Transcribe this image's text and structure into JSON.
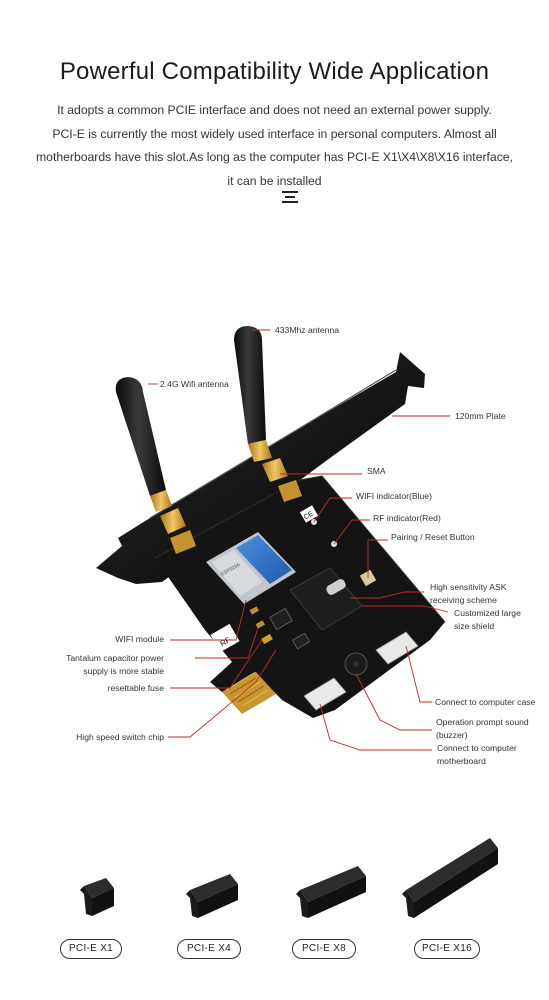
{
  "header": {
    "title": "Powerful Compatibility Wide Application",
    "description": [
      "It adopts a common PCIE interface and does not need an external power supply.",
      "PCI-E is currently the most widely used interface in personal computers. Almost all",
      "motherboards have this slot.As long as the computer has PCI-E X1\\X4\\X8\\X16 interface,",
      "it can be installed"
    ]
  },
  "callouts": {
    "antenna_433": "433Mhz antenna",
    "antenna_24g": "2.4G Wifi antenna",
    "plate": "120mm Plate",
    "sma": "SMA",
    "wifi_indicator": "WIFI indicator(Blue)",
    "rf_indicator": "RF indicator(Red)",
    "pairing_button": "Pairing / Reset Button",
    "ask_scheme": [
      "High sensitivity ASK",
      "receiving scheme"
    ],
    "shield": [
      "Customized large",
      "size shield"
    ],
    "wifi_module": "WIFI module",
    "tantalum": [
      "Tantalum capacitor power",
      "supply is more stable"
    ],
    "fuse": "resettable fuse",
    "switch_chip": "High speed switch chip",
    "case_connector": "Connect to computer case",
    "buzzer": [
      "Operation prompt sound",
      "(buzzer)"
    ],
    "motherboard_connector": [
      "Connect to computer",
      "motherboard"
    ]
  },
  "board_marks": {
    "rf_text": "RF",
    "ce_text": "CE"
  },
  "slots": {
    "labels": [
      "PCI-E X1",
      "PCI-E X4",
      "PCI-E X8",
      "PCI-E X16"
    ]
  },
  "colors": {
    "pcb": "#141414",
    "gold": "#d8a43a",
    "callout_line": "#c42a2a",
    "wifi_module": "#2f73c7",
    "text": "#333333"
  }
}
